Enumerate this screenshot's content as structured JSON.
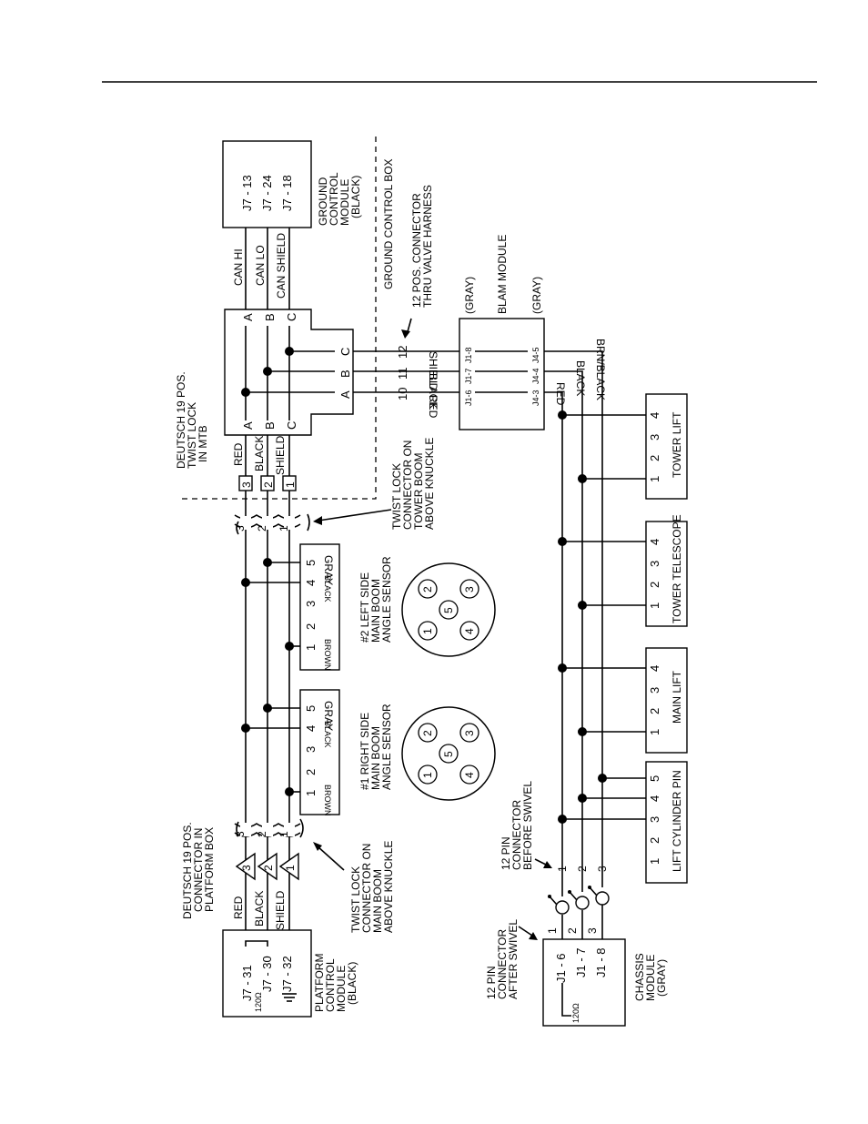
{
  "gcm": {
    "pins": [
      "J7 - 13",
      "J7 - 24",
      "J7 - 18"
    ],
    "name": [
      "GROUND",
      "CONTROL",
      "MODULE",
      "(BLACK)"
    ]
  },
  "can": {
    "hi": "CAN HI",
    "lo": "CAN LO",
    "shield": "CAN SHIELD"
  },
  "gcb": "GROUND CONTROL BOX",
  "twelve_pos": [
    "12 POS. CONNECTOR",
    "THRU VALVE HARNESS"
  ],
  "blam": {
    "name": "BLAM MODULE",
    "gray1": "(GRAY)",
    "gray2": "(GRAY)",
    "pins": [
      "J1-6",
      "J1-7",
      "J1-8",
      "J4-3",
      "J4-4",
      "J4-5"
    ],
    "in_colors": [
      "RED",
      "BLACK",
      "SHIELD"
    ],
    "nums": [
      "10",
      "11",
      "12"
    ],
    "out_colors": [
      "RED",
      "BLACK",
      "BRN/BLACK"
    ]
  },
  "abc": [
    "A",
    "B",
    "C"
  ],
  "deutsch_mtb": [
    "DEUTSCH 19 POS.",
    "TWIST LOCK",
    "IN MTB"
  ],
  "mtb_wires": [
    "RED",
    "BLACK",
    "SHIELD"
  ],
  "mtb_pins": [
    "3",
    "2",
    "1"
  ],
  "twist_tower": [
    "TWIST LOCK",
    "CONNECTOR ON",
    "TOWER BOOM",
    "ABOVE KNUCKLE"
  ],
  "twist_main": [
    "TWIST LOCK",
    "CONNECTOR ON",
    "MAIN BOOM",
    "ABOVE KNUCKLE"
  ],
  "break_nums": [
    "3",
    "2",
    "1"
  ],
  "sensor_left": {
    "pins": [
      "1",
      "2",
      "3",
      "4",
      "5"
    ],
    "colors": [
      "BROWN",
      "BLACK",
      "GRAY"
    ],
    "name": [
      "#2 LEFT SIDE",
      "MAIN BOOM",
      "ANGLE SENSOR"
    ]
  },
  "sensor_right": {
    "pins": [
      "1",
      "2",
      "3",
      "4",
      "5"
    ],
    "colors": [
      "BROWN",
      "BLACK",
      "GRAY"
    ],
    "name": [
      "#1 RIGHT SIDE",
      "MAIN BOOM",
      "ANGLE SENSOR"
    ]
  },
  "circle_pins": [
    "1",
    "2",
    "3",
    "4",
    "5"
  ],
  "deutsch_platform": [
    "DEUTSCH 19 POS.",
    "CONNECTOR IN",
    "PLATFORM BOX"
  ],
  "plat_wires": [
    "RED",
    "BLACK",
    "SHIELD"
  ],
  "plat_tri": [
    "3",
    "2",
    "1"
  ],
  "pcm": {
    "pins": [
      "J7 - 31",
      "J7 - 30",
      "J7 - 32"
    ],
    "ohm": "120Ω",
    "name": [
      "PLATFORM",
      "CONTROL",
      "MODULE",
      "(BLACK)"
    ]
  },
  "cm": {
    "pins": [
      "J1 - 6",
      "J1 - 7",
      "J1 - 8"
    ],
    "ohm": "120Ω",
    "name": [
      "CHASSIS",
      "MODULE",
      "(GRAY)"
    ]
  },
  "pin12_before": [
    "12 PIN",
    "CONNECTOR",
    "BEFORE SWIVEL"
  ],
  "pin12_after": [
    "12 PIN",
    "CONNECTOR",
    "AFTER SWIVEL"
  ],
  "sw_nums": [
    "1",
    "2",
    "3"
  ],
  "sw_in_nums": [
    "1",
    "2",
    "3"
  ],
  "valves": [
    {
      "name": "TOWER LIFT",
      "pins": [
        "1",
        "2",
        "3",
        "4"
      ]
    },
    {
      "name": "TOWER TELESCOPE",
      "pins": [
        "1",
        "2",
        "3",
        "4"
      ]
    },
    {
      "name": "MAIN LIFT",
      "pins": [
        "1",
        "2",
        "3",
        "4"
      ]
    },
    {
      "name": "LIFT CYLINDER PIN",
      "pins": [
        "1",
        "2",
        "3",
        "4",
        "5"
      ]
    }
  ]
}
